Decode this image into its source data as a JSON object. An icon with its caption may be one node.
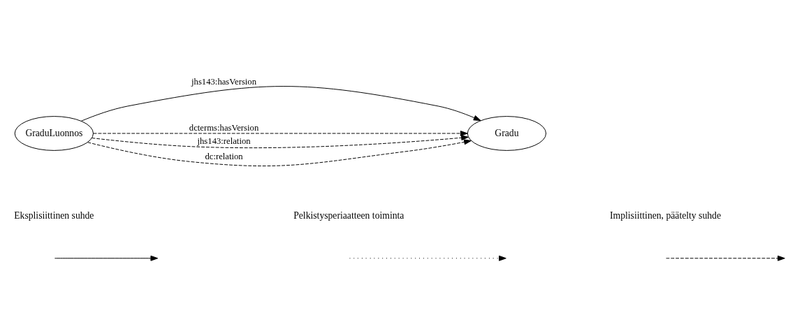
{
  "diagram": {
    "nodes": [
      {
        "text": [
          "GraduLuonnos"
        ]
      },
      {
        "text": [
          "Gradu"
        ]
      }
    ],
    "edges": [
      {
        "from": 0,
        "to": 1,
        "arrow": "to",
        "label": "jhs143:hasVersion"
      },
      {
        "from": 0,
        "to": 1,
        "arrow": "to",
        "label": "dcterms:hasVersion",
        "style": "dashed"
      },
      {
        "from": 0,
        "to": 1,
        "arrow": "to",
        "label": "jhs143:relation",
        "style": "dashed"
      },
      {
        "from": 0,
        "to": 1,
        "arrow": "to",
        "label": "dc:relation",
        "style": "dashed"
      }
    ],
    "legend": [
      {
        "text": "Eksplisiittinen suhde"
      },
      {
        "text": "Pelkistysperiaatteen toiminta"
      },
      {
        "text": "Implisiittinen, päätelty suhde"
      }
    ]
  }
}
